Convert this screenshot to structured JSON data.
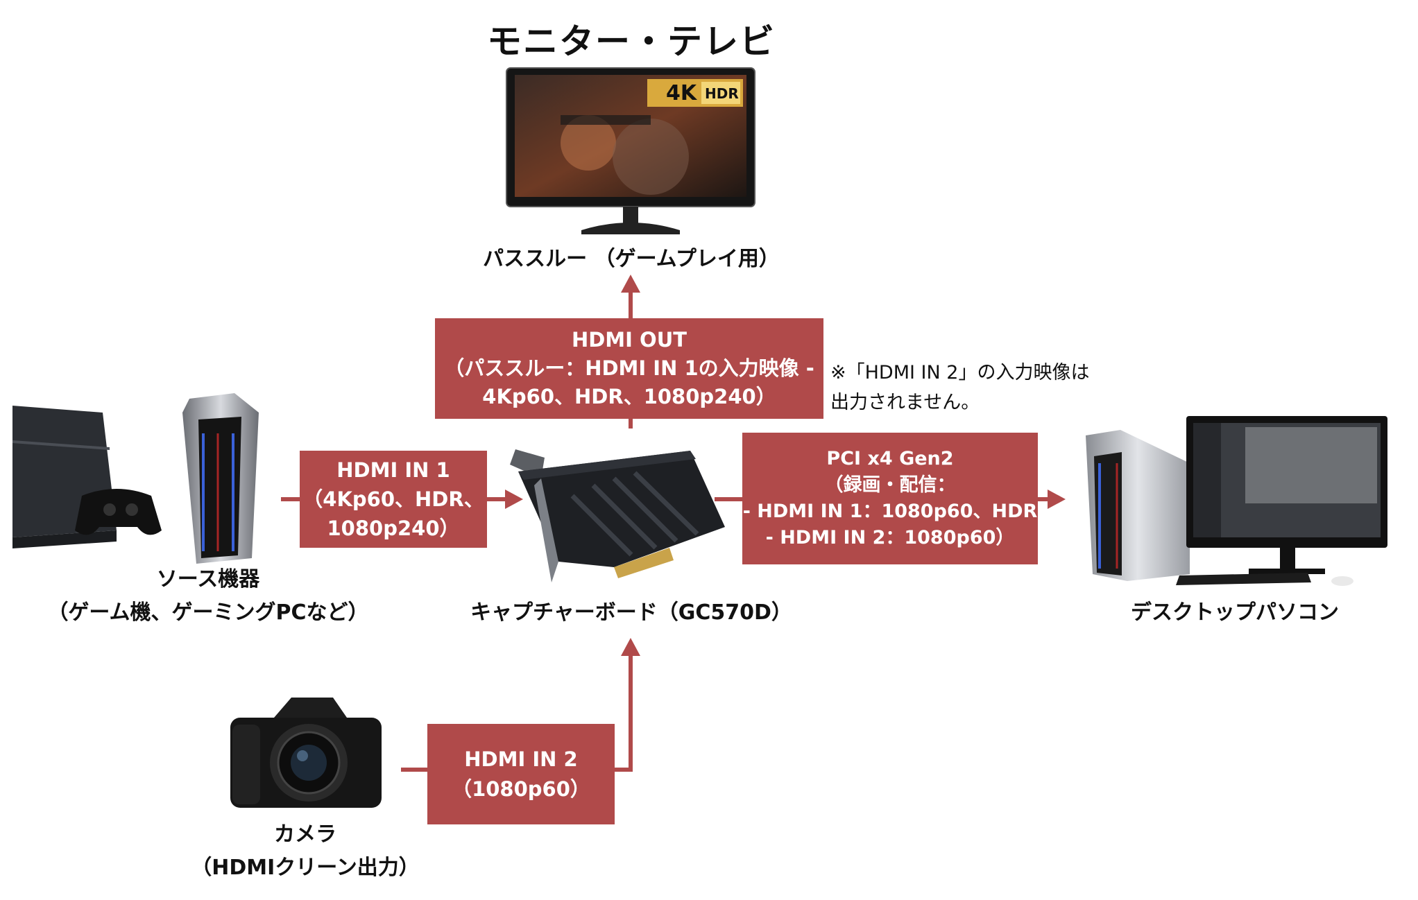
{
  "monitor": {
    "title": "モニター・テレビ",
    "caption": "パススルー （ゲームプレイ用）",
    "badge_4k": "4K",
    "badge_hdr": "HDR"
  },
  "source": {
    "label_line1": "ソース機器",
    "label_line2": "（ゲーム機、ゲーミングPCなど）"
  },
  "capture_board": {
    "label": "キャプチャーボード（GC570D）"
  },
  "desktop": {
    "label": "デスクトップパソコン"
  },
  "camera": {
    "label_line1": "カメラ",
    "label_line2": "（HDMIクリーン出力）"
  },
  "boxes": {
    "hdmi_out": {
      "line1": "HDMI OUT",
      "line2": "（パススルー：HDMI IN 1の入力映像 -",
      "line3": "4Kp60、HDR、1080p240）"
    },
    "hdmi_in1": {
      "line1": "HDMI IN 1",
      "line2": "（4Kp60、HDR、",
      "line3": "1080p240）"
    },
    "pci": {
      "line1": "PCI x4 Gen2",
      "line2": "（録画・配信：",
      "line3": "- HDMI IN 1：1080p60、HDR",
      "line4": "- HDMI IN 2：1080p60）"
    },
    "hdmi_in2": {
      "line1": "HDMI IN 2",
      "line2": "（1080p60）"
    }
  },
  "note": {
    "line1": "※「HDMI IN 2」の入力映像は",
    "line2": "出力されません。"
  },
  "colors": {
    "accent": "#b04a4a",
    "line": "#b04a4a",
    "text": "#111111"
  }
}
